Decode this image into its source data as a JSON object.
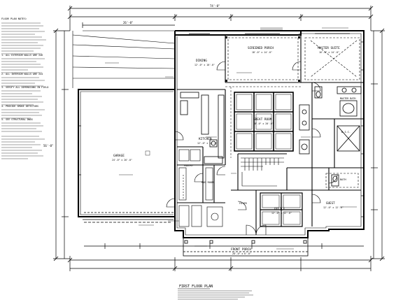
{
  "rooms": {
    "garage": {
      "name": "GARAGE",
      "dims": "24'-0\" x 26'-0\""
    },
    "dining": {
      "name": "DINING",
      "dims": "12'-0\" x 10'-0\""
    },
    "screened_porch": {
      "name": "SCREENED PORCH",
      "dims": "18'-0\" x 14'-0\""
    },
    "master_suite": {
      "name": "MASTER SUITE",
      "dims": "16'-0\" x 14'-0\""
    },
    "great_room": {
      "name": "GREAT ROOM",
      "dims": "18'-0\" x 20'-0\""
    },
    "kitchen": {
      "name": "KITCHEN",
      "dims": "12'-0\" x 14'-0\""
    },
    "pantry": {
      "name": "PANTRY"
    },
    "mud_room": {
      "name": "MUD ROOM"
    },
    "master_bath": {
      "name": "MASTER BATH"
    },
    "wic": {
      "name": "W.I.C."
    },
    "bath": {
      "name": "BATH"
    },
    "foyer": {
      "name": "FOYER"
    },
    "office": {
      "name": "OFFICE",
      "dims": "12'-0\" x 12'-0\""
    },
    "guest": {
      "name": "GUEST",
      "dims": "12'-0\" x 12'-0\""
    },
    "front_porch": {
      "name": "FRONT PORCH",
      "dims": "28'-0\" x 6'-0\""
    }
  },
  "dims": {
    "overall_width": "74'-0\"",
    "overall_depth": "56'-0\"",
    "garage_width": "26'-0\""
  },
  "title": "FIRST FLOOR PLAN",
  "notes": [
    "FLOOR PLAN NOTES:",
    "1. ALL EXTERIOR WALLS ARE 2x6",
    "2. ALL INTERIOR WALLS ARE 2x4",
    "3. VERIFY ALL DIMENSIONS IN FIELD",
    "4. PROVIDE SMOKE DETECTORS",
    "5. SEE STRUCTURAL DWGS"
  ]
}
